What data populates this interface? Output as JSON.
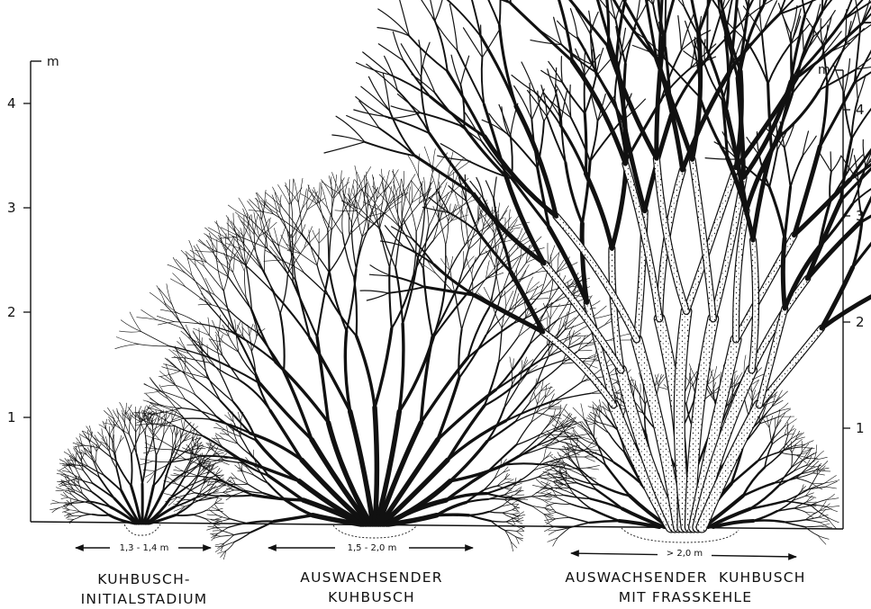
{
  "scale": {
    "unit": "m",
    "left_ticks": [
      "1",
      "2",
      "3",
      "4"
    ],
    "right_ticks": [
      "1",
      "2",
      "3",
      "4"
    ]
  },
  "bushes": [
    {
      "width_label": "1,3 - 1,4 m",
      "caption_lines": [
        "KUHBUSCH-",
        "INITIALSTADIUM"
      ]
    },
    {
      "width_label": "1,5 - 2,0 m",
      "caption_lines": [
        "AUSWACHSENDER",
        "KUHBUSCH"
      ]
    },
    {
      "width_label": "> 2,0 m",
      "caption_lines": [
        "AUSWACHSENDER  KUHBUSCH",
        "MIT FRASSKEHLE"
      ]
    }
  ]
}
